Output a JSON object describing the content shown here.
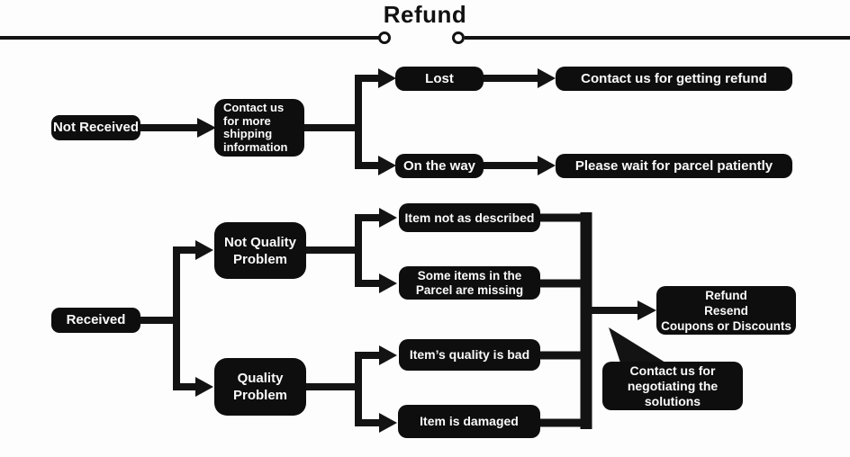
{
  "title": "Refund",
  "nodes": {
    "not_received": "Not Received",
    "contact_shipping": "Contact us\nfor more\nshipping\ninformation",
    "lost": "Lost",
    "on_the_way": "On the way",
    "contact_refund": "Contact us for getting refund",
    "wait_patiently": "Please wait for parcel patiently",
    "received": "Received",
    "not_quality_problem": "Not Quality\nProblem",
    "quality_problem": "Quality\nProblem",
    "item_not_described": "Item not as described",
    "items_missing": "Some items in the\nParcel are missing",
    "quality_bad": "Item’s quality is bad",
    "item_damaged": "Item is damaged",
    "outcomes": "Refund\nResend\nCoupons or Discounts",
    "negotiate_bubble": "Contact us for\nnegotiating the\nsolutions"
  },
  "edges": [
    {
      "from": "Not Received",
      "to": "Contact us for more shipping information"
    },
    {
      "from": "Contact us for more shipping information",
      "to": "Lost"
    },
    {
      "from": "Contact us for more shipping information",
      "to": "On the way"
    },
    {
      "from": "Lost",
      "to": "Contact us for getting refund"
    },
    {
      "from": "On the way",
      "to": "Please wait for parcel patiently"
    },
    {
      "from": "Received",
      "to": "Not Quality Problem"
    },
    {
      "from": "Received",
      "to": "Quality Problem"
    },
    {
      "from": "Not Quality Problem",
      "to": "Item not as described"
    },
    {
      "from": "Not Quality Problem",
      "to": "Some items in the Parcel are missing"
    },
    {
      "from": "Quality Problem",
      "to": "Item’s quality is bad"
    },
    {
      "from": "Quality Problem",
      "to": "Item is damaged"
    },
    {
      "from": "Item not as described",
      "to": "Refund Resend Coupons or Discounts"
    },
    {
      "from": "Some items in the Parcel are missing",
      "to": "Refund Resend Coupons or Discounts"
    },
    {
      "from": "Item’s quality is bad",
      "to": "Refund Resend Coupons or Discounts"
    },
    {
      "from": "Item is damaged",
      "to": "Refund Resend Coupons or Discounts"
    }
  ],
  "colors": {
    "background": "#fdfdfd",
    "node_bg": "#0e0e0e",
    "node_text": "#fafafa",
    "line": "#131313",
    "title_text": "#111111"
  }
}
